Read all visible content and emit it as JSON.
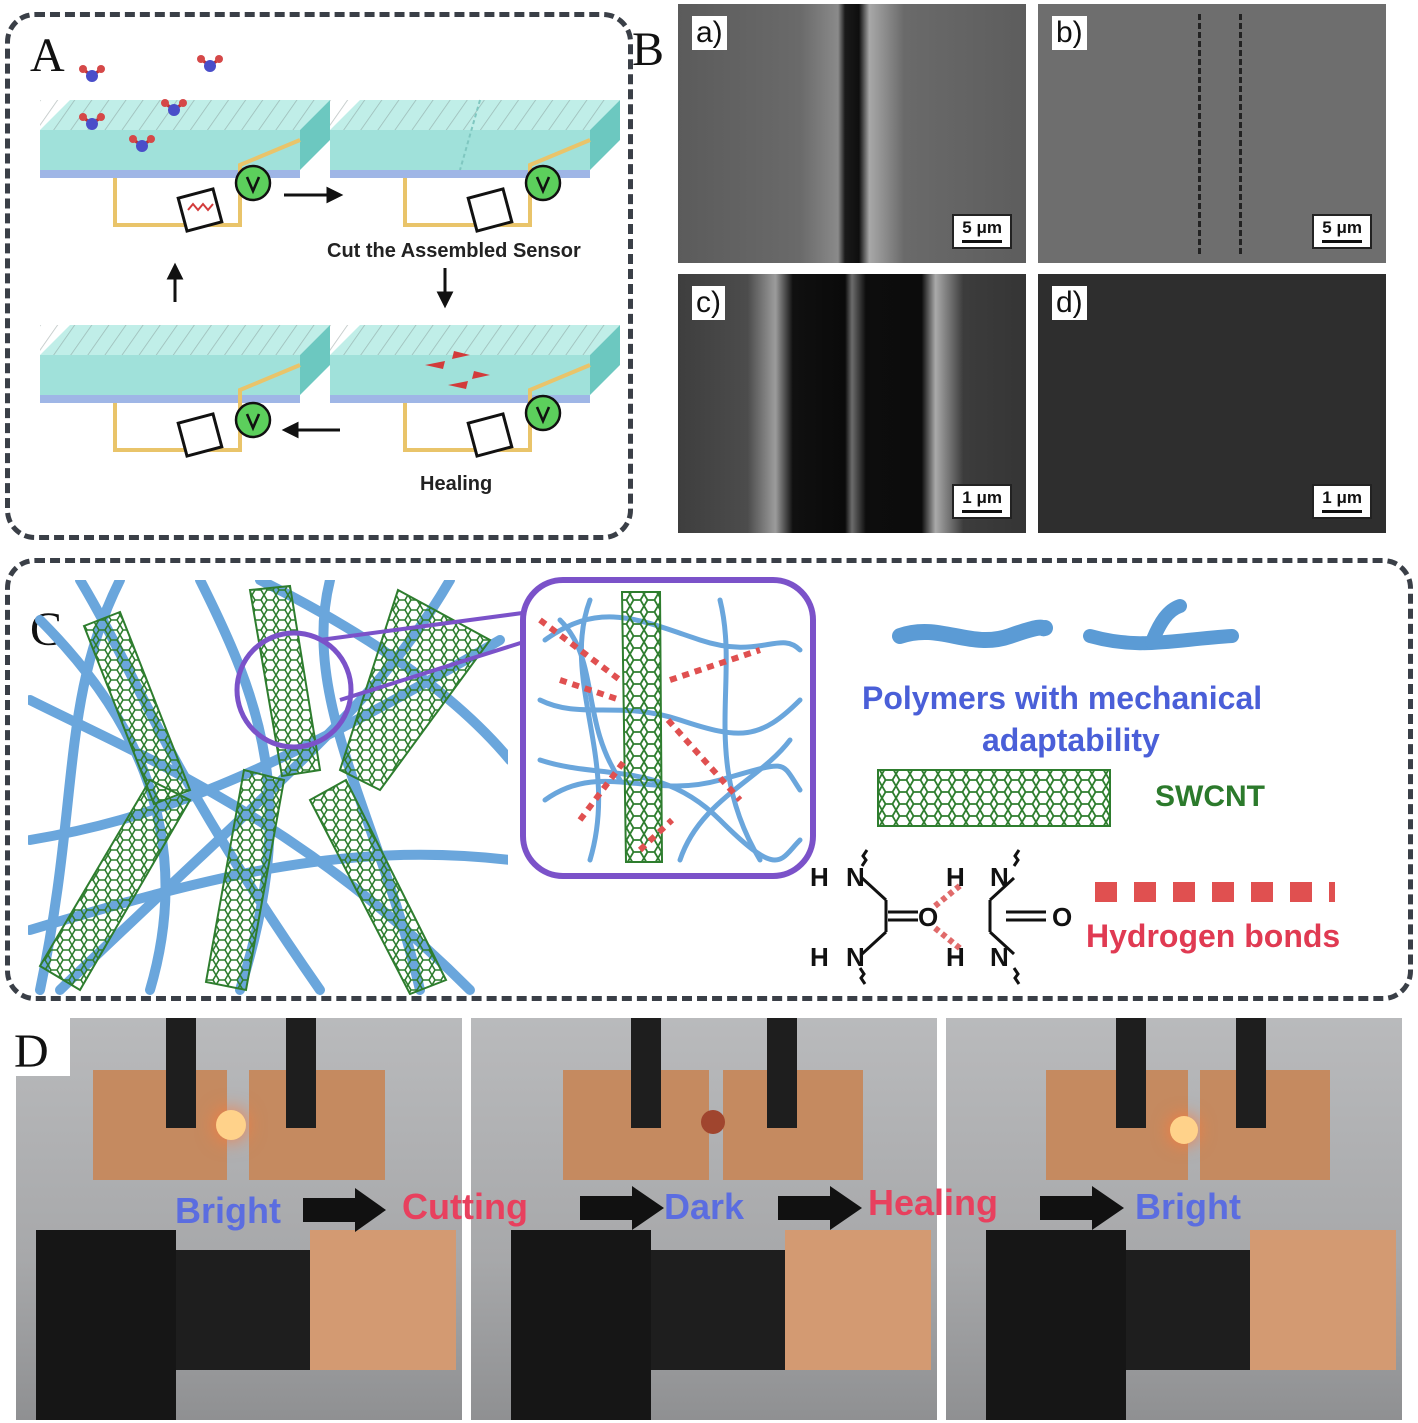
{
  "panels": {
    "a_letter": "A",
    "b_letter": "B",
    "c_letter": "C",
    "d_letter": "D"
  },
  "panel_a": {
    "cut_label": "Cut the Assembled Sensor",
    "healing_label": "Healing"
  },
  "panel_b": {
    "images": [
      {
        "label": "a)",
        "scale": "5 μm"
      },
      {
        "label": "b)",
        "scale": "5 μm"
      },
      {
        "label": "c)",
        "scale": "1 μm"
      },
      {
        "label": "d)",
        "scale": "1 μm"
      }
    ]
  },
  "panel_c": {
    "legend_polymer_line1": "Polymers with mechanical",
    "legend_polymer_line2": "adaptability",
    "legend_swcnt": "SWCNT",
    "legend_hbond": "Hydrogen bonds",
    "chem_atoms": {
      "h": "H",
      "n": "N",
      "o": "O"
    }
  },
  "panel_d": {
    "flow": [
      "Bright",
      "Cutting",
      "Dark",
      "Healing",
      "Bright"
    ]
  },
  "colors": {
    "dashed_border": "#3a3f47",
    "polymer_blue": "#5b9bd5",
    "swcnt_green": "#2e7d2e",
    "hbond_red": "#e05050",
    "purple_frame": "#7b52c9",
    "text_blue": "#4a5fd8",
    "text_red": "#e03a52",
    "text_green": "#2c7a2c",
    "copper": "#c98a5e",
    "sensor_teal": "#8fdcd4"
  }
}
